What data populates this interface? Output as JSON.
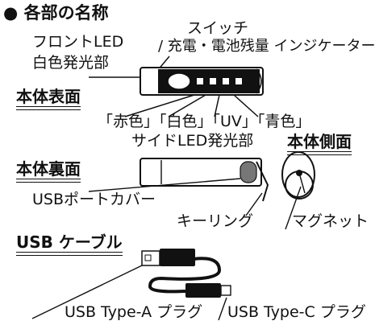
{
  "title": "● 各部の名称",
  "labels": {
    "front_led_1": "フロントLED",
    "front_led_2": "白色発光部",
    "switch_1": "スイッチ",
    "switch_2": "/ 充電・電池残量 インジケーター",
    "side_led_1": "「赤色」「白色」「UV」「青色」",
    "side_led_2": "サイドLED発光部",
    "usb_cover": "USBポートカバー",
    "key_ring": "キーリング",
    "magnet": "マグネット",
    "type_a": "USB Type-A プラグ",
    "type_c": "USB Type-C プラグ"
  },
  "sections": {
    "front": "本体表面",
    "back": "本体裏面",
    "side": "本体側面",
    "cable": "USB ケーブル"
  }
}
